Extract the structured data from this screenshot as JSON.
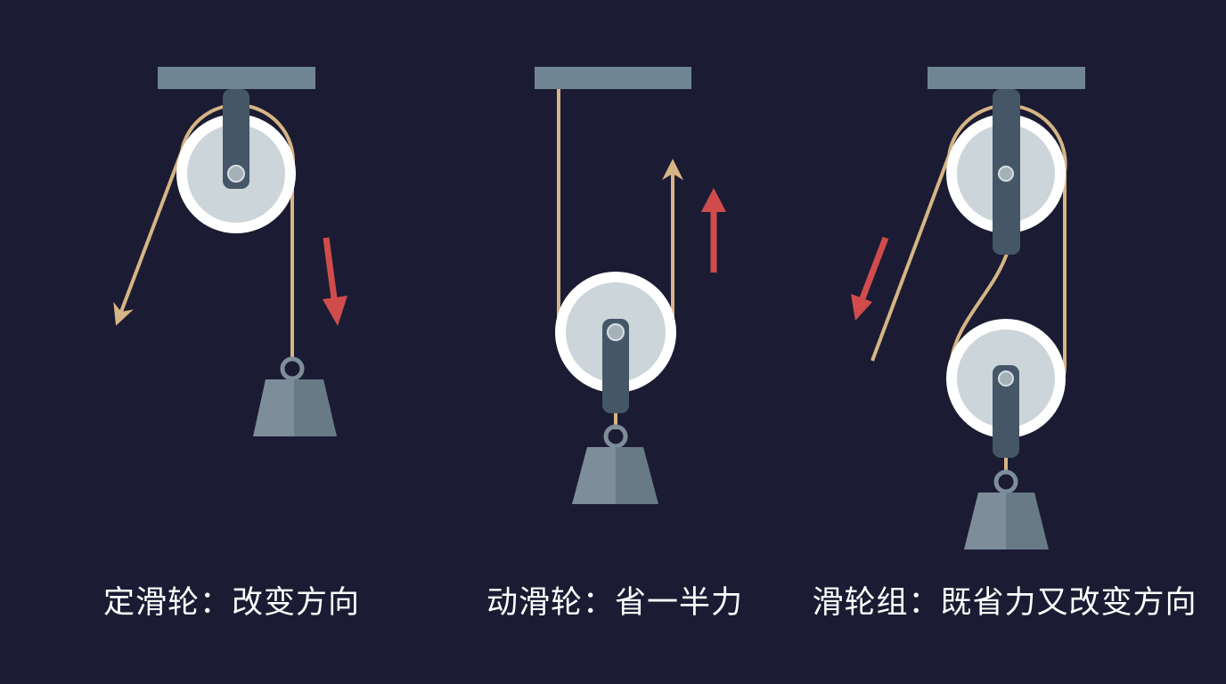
{
  "colors": {
    "background": "#1b1c33",
    "beam": "#708593",
    "bracket": "#455667",
    "pulley_rim": "#ffffff",
    "pulley_face": "#ccd5d9",
    "axle": "#a4b1b8",
    "rope": "#d6b585",
    "weight_light": "#7d8e9a",
    "weight_dark": "#687a86",
    "force_arrow": "#d04c4c"
  },
  "icons": [
    "pulley-icon",
    "weight-icon",
    "arrow-icon"
  ],
  "diagrams": [
    {
      "id": "fixed",
      "caption": "定滑轮：改变方向"
    },
    {
      "id": "movable",
      "caption": "动滑轮：省一半力"
    },
    {
      "id": "block",
      "caption": "滑轮组：既省力又改变方向"
    }
  ]
}
